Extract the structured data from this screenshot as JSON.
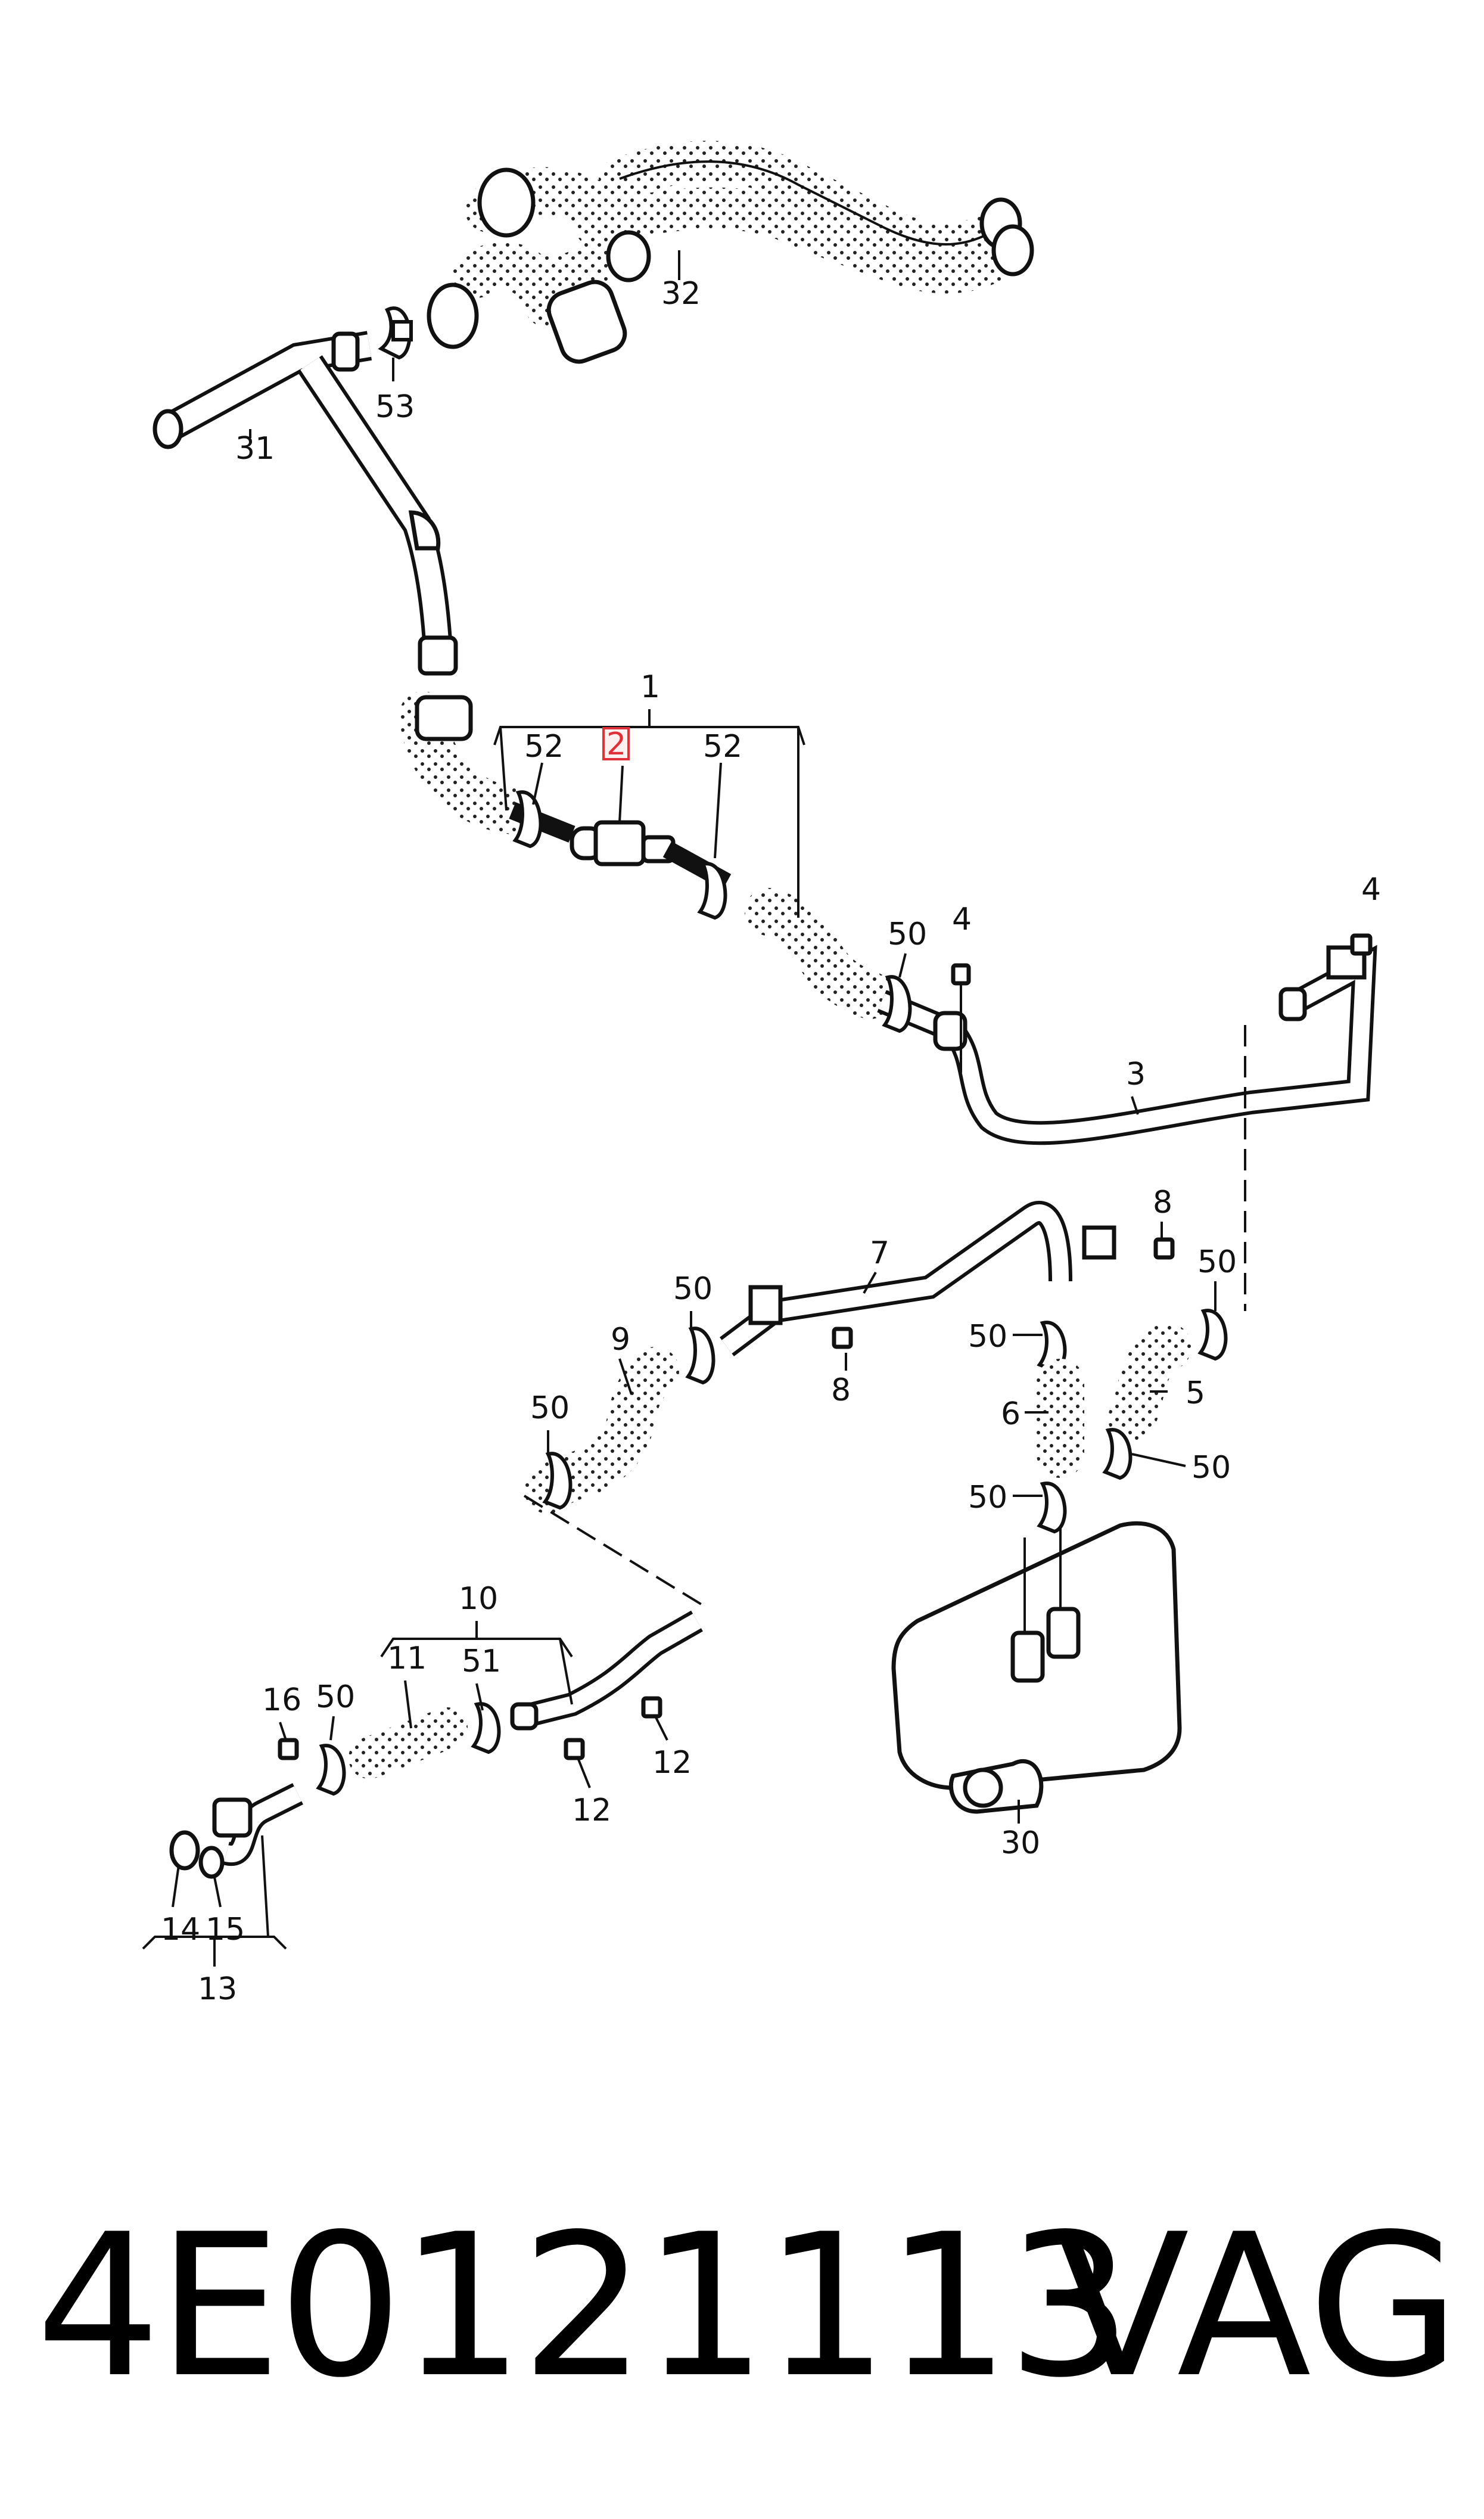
{
  "diagram": {
    "labels": [
      {
        "id": "l31",
        "text": "31"
      },
      {
        "id": "l53",
        "text": "53"
      },
      {
        "id": "l32",
        "text": "32"
      },
      {
        "id": "l1",
        "text": "1"
      },
      {
        "id": "l52a",
        "text": "52"
      },
      {
        "id": "l2",
        "text": "2"
      },
      {
        "id": "l52b",
        "text": "52"
      },
      {
        "id": "l50a",
        "text": "50"
      },
      {
        "id": "l4a",
        "text": "4"
      },
      {
        "id": "l4b",
        "text": "4"
      },
      {
        "id": "l3",
        "text": "3"
      },
      {
        "id": "l7",
        "text": "7"
      },
      {
        "id": "l8a",
        "text": "8"
      },
      {
        "id": "l50b",
        "text": "50"
      },
      {
        "id": "l50c",
        "text": "50"
      },
      {
        "id": "l8b",
        "text": "8"
      },
      {
        "id": "l50d",
        "text": "50"
      },
      {
        "id": "l9",
        "text": "9"
      },
      {
        "id": "l50e",
        "text": "50"
      },
      {
        "id": "l6",
        "text": "6"
      },
      {
        "id": "l5",
        "text": "5"
      },
      {
        "id": "l50f",
        "text": "50"
      },
      {
        "id": "l50g",
        "text": "50"
      },
      {
        "id": "l10",
        "text": "10"
      },
      {
        "id": "l11",
        "text": "11"
      },
      {
        "id": "l51",
        "text": "51"
      },
      {
        "id": "l16",
        "text": "16"
      },
      {
        "id": "l50h",
        "text": "50"
      },
      {
        "id": "l12a",
        "text": "12"
      },
      {
        "id": "l12b",
        "text": "12"
      },
      {
        "id": "l14",
        "text": "14"
      },
      {
        "id": "l15",
        "text": "15"
      },
      {
        "id": "l13",
        "text": "13"
      },
      {
        "id": "l30",
        "text": "30"
      }
    ],
    "highlight_color": "#e0303a"
  },
  "footer": {
    "part_number": "4E0121113",
    "brand": "VAG"
  }
}
